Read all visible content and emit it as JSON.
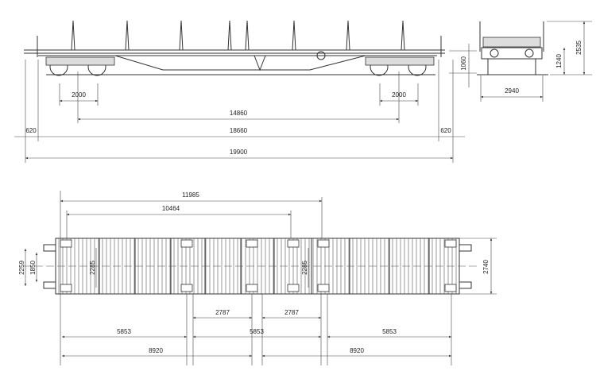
{
  "side_view": {
    "d_bogie_left": "2000",
    "d_bogie_right": "2000",
    "d_centers": "14860",
    "d_frame": "18660",
    "d_overhang_left": "620",
    "d_overhang_right": "620",
    "d_total": "19900",
    "d_height_deck": "1060"
  },
  "end_view": {
    "d_width": "2940",
    "d_deck_height": "1240",
    "d_total_height": "2535"
  },
  "plan_view": {
    "d_11985": "11985",
    "d_10464": "10464",
    "d_2259": "2259",
    "d_1850": "1850",
    "d_2285_left": "2285",
    "d_2285_mid": "2285",
    "d_2740": "2740",
    "d_2787_a": "2787",
    "d_2787_b": "2787",
    "d_5853_a": "5853",
    "d_5853_b": "5853",
    "d_5853_c": "5853",
    "d_8920_a": "8920",
    "d_8920_b": "8920"
  }
}
